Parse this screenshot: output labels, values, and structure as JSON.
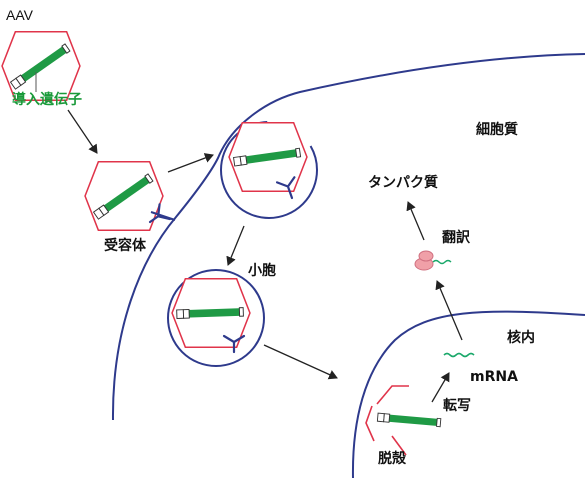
{
  "labels": {
    "aav": "AAV",
    "transgene": "導入遺伝子",
    "receptor": "受容体",
    "vesicle": "小胞",
    "cytoplasm": "細胞質",
    "protein": "タンパク質",
    "translation": "翻訳",
    "nucleus": "核内",
    "mrna": "mRNA",
    "transcription": "転写",
    "uncoating": "脱殻"
  },
  "colors": {
    "membrane": "#2e3a8c",
    "capsid": "#e0344a",
    "gene": "#1f9a45",
    "arrow": "#222222",
    "ribosome": "#f0a0a8",
    "transgene_text": "#1a9a3a"
  },
  "icons": {
    "capsid": "hexagon-capsid-icon",
    "gene": "dna-rod-icon",
    "receptor": "y-receptor-icon",
    "ribosome": "ribosome-icon",
    "mrna": "wavy-mrna-icon"
  }
}
